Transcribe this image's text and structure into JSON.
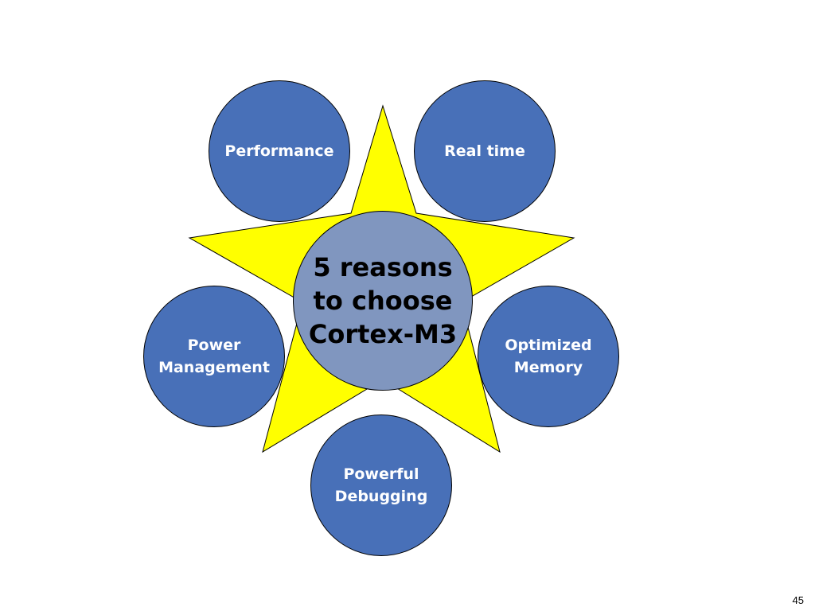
{
  "diagram": {
    "center": {
      "text": "5 reasons\nto choose\nCortex-M3"
    },
    "reasons": [
      {
        "text": "Performance"
      },
      {
        "text": "Real time"
      },
      {
        "text": "Power\nManagement"
      },
      {
        "text": "Optimized\nMemory"
      },
      {
        "text": "Powerful\nDebugging"
      }
    ]
  },
  "page_number": "45",
  "colors": {
    "star_fill": "#ffff00",
    "circle_fill": "#4870b8",
    "center_fill": "#8096bf",
    "outline": "#000000"
  }
}
